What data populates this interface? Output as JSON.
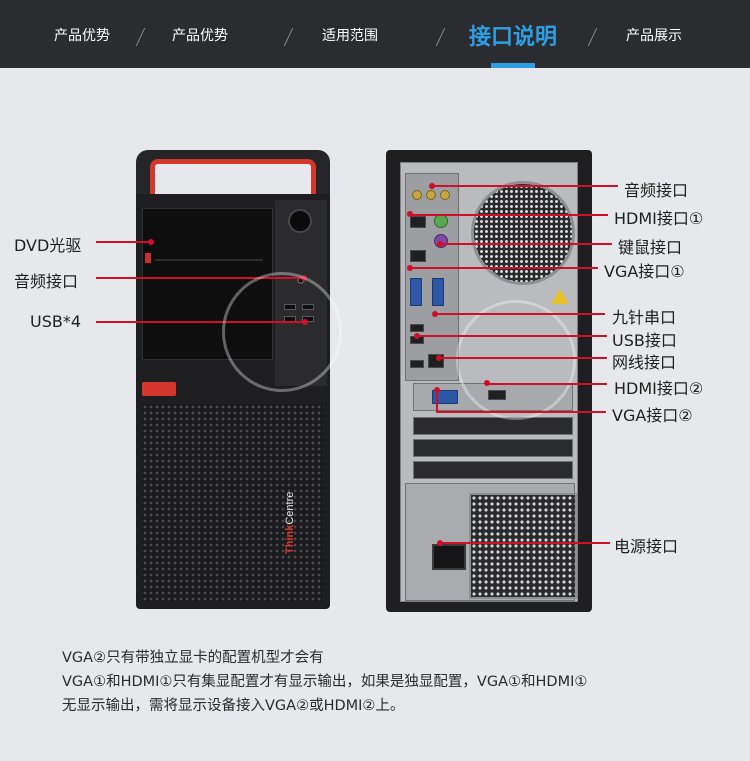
{
  "nav": {
    "items": [
      {
        "label": "产品优势"
      },
      {
        "label": "产品优势"
      },
      {
        "label": "适用范围"
      },
      {
        "label": "接口说明"
      },
      {
        "label": "产品展示"
      }
    ],
    "active_index": 3,
    "accent_color": "#2e9fe6"
  },
  "front_labels": {
    "dvd": "DVD光驱",
    "audio": "音频接口",
    "usb": "USB*4"
  },
  "rear_labels": {
    "audio": "音频接口",
    "hdmi1": "HDMI接口①",
    "ps2": "键鼠接口",
    "vga1": "VGA接口①",
    "serial": "九针串口",
    "usb": "USB接口",
    "lan": "网线接口",
    "hdmi2": "HDMI接口②",
    "vga2": "VGA接口②",
    "power": "电源接口"
  },
  "brand": {
    "red": "Think",
    "white": "Centre"
  },
  "notes": [
    "VGA②只有带独立显卡的配置机型才会有",
    "VGA①和HDMI①只有集显配置才有显示输出，如果是独显配置，VGA①和HDMI①",
    "无显示输出，需将显示设备接入VGA②或HDMI②上。"
  ],
  "colors": {
    "callout": "#d0102a",
    "chassis_red": "#d4372c",
    "nav_bg": "#2b2c30"
  }
}
